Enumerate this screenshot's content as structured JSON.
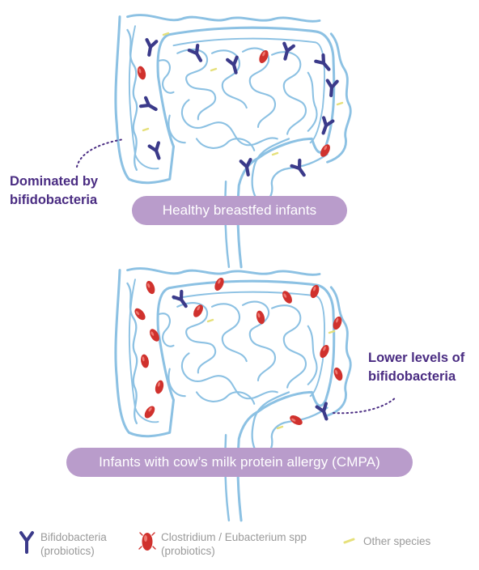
{
  "labels": {
    "healthy": "Healthy breastfed infants",
    "cmpa": "Infants with cow’s milk protein allergy (CMPA)",
    "dominated_line1": "Dominated by",
    "dominated_line2": "bifidobacteria",
    "lower_line1": "Lower levels of",
    "lower_line2": "bifidobacteria"
  },
  "legend": [
    {
      "name": "Bifidobacteria",
      "line1": "Bifidobacteria",
      "line2": "(probiotics)",
      "color": "#3b3a8a",
      "icon": "y-shaped-bacterium-icon"
    },
    {
      "name": "Clostridium",
      "line1": "Clostridium / Eubacterium spp",
      "line2": "(probiotics)",
      "color": "#d0312d",
      "icon": "rod-bacterium-icon"
    },
    {
      "name": "Other",
      "line1": "Other species",
      "line2": "",
      "color": "#e6e07a",
      "icon": "dash-icon"
    }
  ],
  "colors": {
    "intestine": "#8cc1e3",
    "intestine_fill": "#f1f7fc",
    "pill": "#b99ccb",
    "callout": "#4a2c82"
  }
}
